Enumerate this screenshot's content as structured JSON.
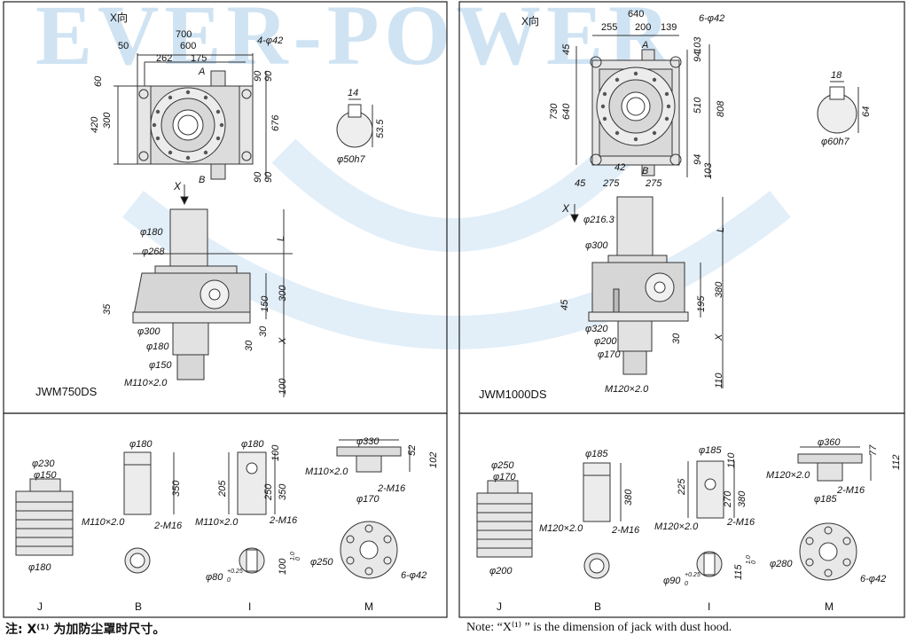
{
  "watermark": "EVER-POWER",
  "left": {
    "model": "JWM750DS",
    "x_view": "X向",
    "x_arrow": "X",
    "top_dims": [
      "700",
      "600",
      "50",
      "262",
      "175",
      "4-φ42"
    ],
    "side_dims": [
      "60",
      "420",
      "300",
      "676",
      "90",
      "90",
      "90",
      "90"
    ],
    "AB": [
      "A",
      "B"
    ],
    "shaft": [
      "14",
      "53.5",
      "φ50h7"
    ],
    "front": [
      "φ180",
      "φ268",
      "L",
      "300",
      "150",
      "35",
      "30",
      "X",
      "φ300",
      "φ180",
      "30",
      "φ150",
      "M110×2.0",
      "100"
    ]
  },
  "right": {
    "model": "JWM1000DS",
    "x_view": "X向",
    "x_arrow": "X",
    "top_dims": [
      "640",
      "255",
      "200",
      "139",
      "6-φ42",
      "45",
      "730",
      "640",
      "94",
      "510",
      "808",
      "42",
      "45",
      "275",
      "275",
      "94",
      "103",
      "103"
    ],
    "AB": [
      "A",
      "B"
    ],
    "shaft": [
      "18",
      "64",
      "φ60h7"
    ],
    "front": [
      "φ216.3",
      "L",
      "φ300",
      "380",
      "45",
      "195",
      "φ320",
      "φ200",
      "30",
      "X",
      "φ170",
      "M120×2.0",
      "110"
    ]
  },
  "bottom_left": {
    "J": [
      "φ230",
      "φ150",
      "φ180"
    ],
    "B": [
      "φ180",
      "350",
      "M110×2.0",
      "2-M16"
    ],
    "I": [
      "φ180",
      "100",
      "205",
      "250",
      "350",
      "M110×2.0",
      "2-M16",
      "φ80",
      "+0.25",
      "0",
      "100",
      "1.0",
      "0"
    ],
    "M": [
      "φ330",
      "52",
      "102",
      "M110×2.0",
      "2-M16",
      "φ170",
      "φ250",
      "6-φ42"
    ],
    "labels": [
      "J",
      "B",
      "I",
      "M"
    ]
  },
  "bottom_right": {
    "J": [
      "φ250",
      "φ170",
      "φ200"
    ],
    "B": [
      "φ185",
      "380",
      "M120×2.0",
      "2-M16"
    ],
    "I": [
      "φ185",
      "110",
      "225",
      "270",
      "380",
      "M120×2.0",
      "2-M16",
      "φ90",
      "+0.25",
      "0",
      "115",
      "1.0",
      "0"
    ],
    "M": [
      "φ360",
      "77",
      "112",
      "M120×2.0",
      "2-M16",
      "φ185",
      "φ280",
      "6-φ42"
    ],
    "labels": [
      "J",
      "B",
      "I",
      "M"
    ]
  },
  "notes": {
    "cn": "注: X⁽¹⁾ 为加防尘罩时尺寸。",
    "en": "Note: “X⁽¹⁾ ” is the dimension of jack with dust hood."
  }
}
